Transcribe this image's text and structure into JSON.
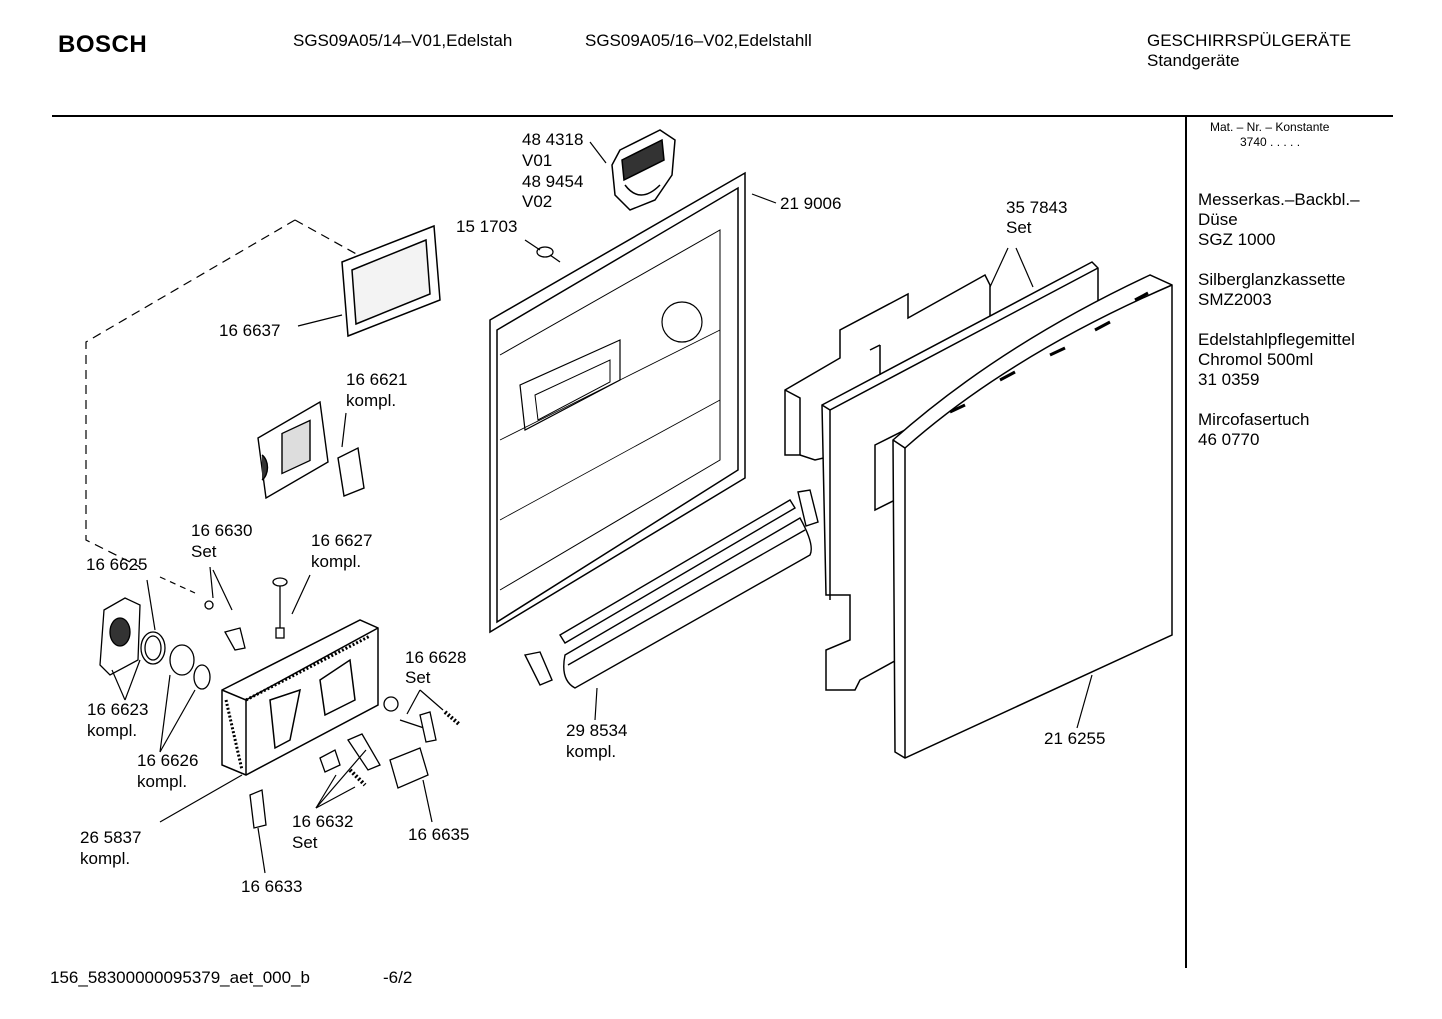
{
  "header": {
    "brand": "BOSCH",
    "model_1": "SGS09A05/14–V01,Edelstah",
    "model_2": "SGS09A05/16–V02,Edelstahll",
    "category": "GESCHIRRSPÜLGERÄTE",
    "subcategory": "Standgeräte"
  },
  "sidebar": {
    "mat_label": "Mat. – Nr. – Konstante",
    "mat_value": "3740  .  .  .  .  .",
    "accessories": [
      {
        "line1": "Messerkas.–Backbl.–",
        "line2": "Düse",
        "line3": "SGZ 1000"
      },
      {
        "line1": "Silberglanzkassette",
        "line2": "SMZ2003"
      },
      {
        "line1": "Edelstahlpflegemittel",
        "line2": "Chromol 500ml",
        "line3": "31 0359"
      },
      {
        "line1": "Mircofasertuch",
        "line2": "46 0770"
      }
    ]
  },
  "parts": {
    "p484318": "48 4318",
    "v01": "V01",
    "p489454": "48 9454",
    "v02": "V02",
    "p219006": "21 9006",
    "p151703": "15 1703",
    "p357843": "35 7843",
    "p357843_sub": "Set",
    "p166637": "16 6637",
    "p166621": "16 6621",
    "p166621_sub": "kompl.",
    "p166630": "16 6630",
    "p166630_sub": "Set",
    "p166627": "16 6627",
    "p166627_sub": "kompl.",
    "p166625": "16 6625",
    "p166628": "16 6628",
    "p166628_sub": "Set",
    "p166623": "16 6623",
    "p166623_sub": "kompl.",
    "p166626": "16 6626",
    "p166626_sub": "kompl.",
    "p298534": "29 8534",
    "p298534_sub": "kompl.",
    "p216255": "21 6255",
    "p265837": "26 5837",
    "p265837_sub": "kompl.",
    "p166632": "16 6632",
    "p166632_sub": "Set",
    "p166635": "16 6635",
    "p166633": "16 6633"
  },
  "footer": {
    "doc_id": "156_58300000095379_aet_000_b",
    "page": "-6/2"
  }
}
